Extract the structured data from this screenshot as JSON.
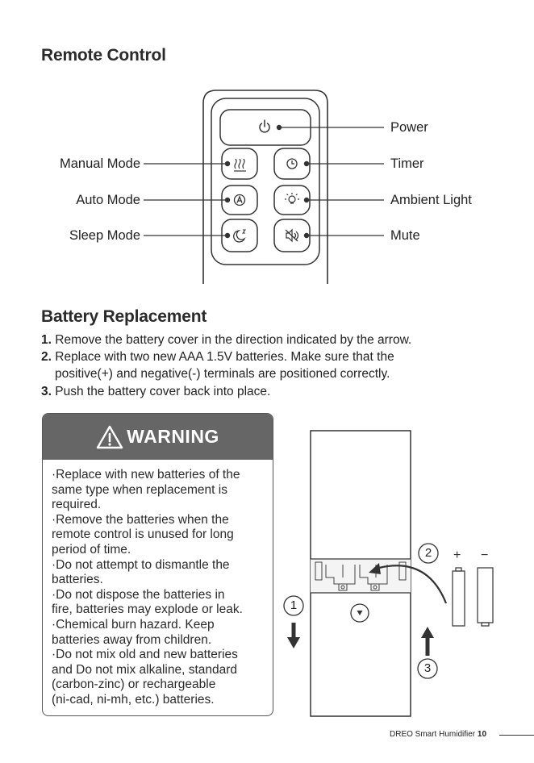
{
  "remote": {
    "title": "Remote Control",
    "labels": {
      "power": "Power",
      "manual_mode": "Manual Mode",
      "timer": "Timer",
      "auto_mode": "Auto Mode",
      "ambient_light": "Ambient Light",
      "sleep_mode": "Sleep Mode",
      "mute": "Mute"
    },
    "icons": [
      "power-icon",
      "heat-waves-icon",
      "clock-icon",
      "auto-a-icon",
      "bulb-icon",
      "moon-z-icon",
      "speaker-mute-icon"
    ]
  },
  "battery": {
    "title": "Battery Replacement",
    "steps": [
      {
        "num": "1.",
        "text": "Remove the battery cover in the direction indicated by the arrow."
      },
      {
        "num": "2.",
        "text": "Replace with two new AAA 1.5V batteries. Make sure that the",
        "text2": "positive(+) and negative(-) terminals are positioned correctly."
      },
      {
        "num": "3.",
        "text": "Push the battery cover back into place."
      }
    ]
  },
  "warning": {
    "title": "WARNING",
    "lines": [
      "·Replace with new batteries of the",
      "same type when replacement is",
      "required.",
      "·Remove the batteries when the",
      "remote control is unused for long",
      "period of time.",
      "·Do not attempt to dismantle the",
      "batteries.",
      "·Do not dispose the batteries in",
      "fire, batteries may explode or leak.",
      "·Chemical burn hazard. Keep",
      "batteries away from children.",
      "·Do not mix old and new batteries",
      "and Do not mix alkaline, standard",
      "(carbon-zinc) or rechargeable",
      "(ni-cad, ni-mh, etc.) batteries."
    ]
  },
  "diagram": {
    "step1": "1",
    "step2": "2",
    "step3": "3",
    "plus": "+",
    "minus": "−"
  },
  "footer": {
    "brand": "DREO Smart Humidifier",
    "page": "10"
  }
}
